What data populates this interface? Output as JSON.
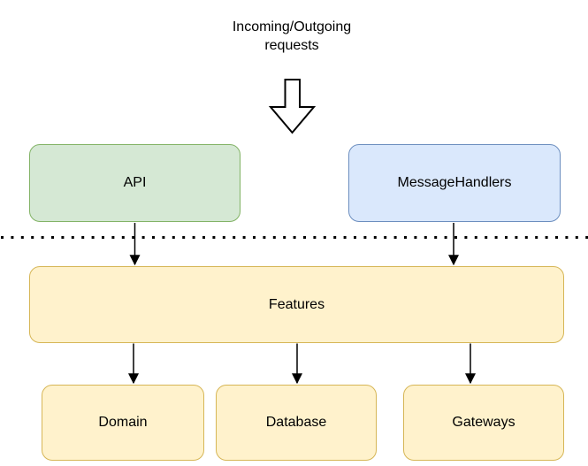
{
  "diagram": {
    "title": "Incoming/Outgoing requests",
    "nodes": {
      "api": {
        "label": "API",
        "fill": "#d5e8d4",
        "border": "#82b366"
      },
      "message_handlers": {
        "label": "MessageHandlers",
        "fill": "#dae8fc",
        "border": "#6c8ebf"
      },
      "features": {
        "label": "Features",
        "fill": "#fff2cc",
        "border": "#d6b656"
      },
      "domain": {
        "label": "Domain",
        "fill": "#fff2cc",
        "border": "#d6b656"
      },
      "database": {
        "label": "Database",
        "fill": "#fff2cc",
        "border": "#d6b656"
      },
      "gateways": {
        "label": "Gateways",
        "fill": "#fff2cc",
        "border": "#d6b656"
      }
    },
    "connectors": [
      {
        "from": "api",
        "to": "features"
      },
      {
        "from": "message_handlers",
        "to": "features"
      },
      {
        "from": "features",
        "to": "domain"
      },
      {
        "from": "features",
        "to": "database"
      },
      {
        "from": "features",
        "to": "gateways"
      }
    ],
    "colors": {
      "background": "#ffffff",
      "connector": "#000000",
      "text": "#000000",
      "divider": "#000000"
    }
  }
}
